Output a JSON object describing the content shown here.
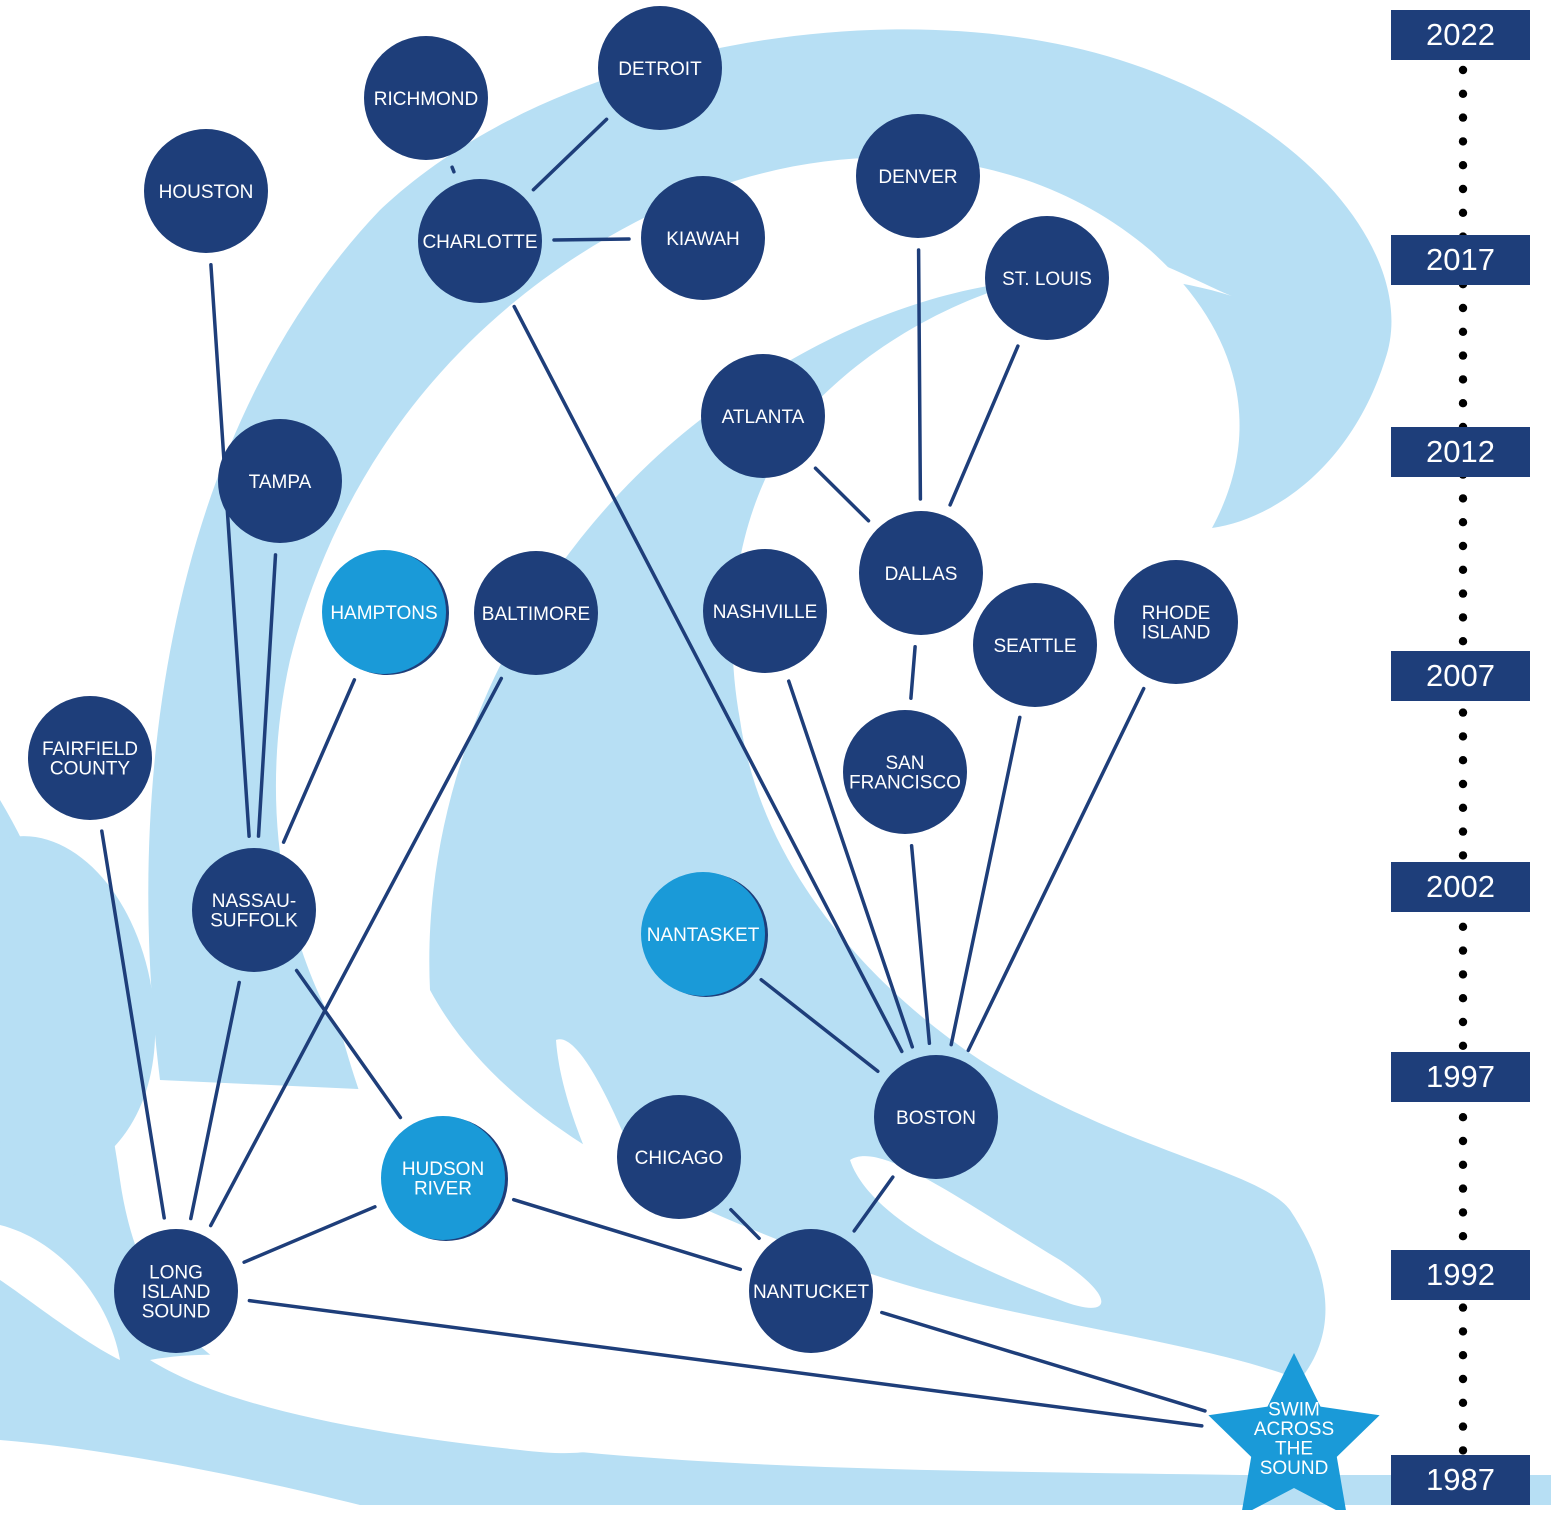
{
  "colors": {
    "wave": "#b7dff4",
    "node_dark": "#1e3e7a",
    "node_light": "#1a9ad8",
    "link": "#1e3e7a",
    "text": "#ffffff",
    "background": "#ffffff"
  },
  "nodes": {
    "detroit": {
      "label": "DETROIT",
      "variant": "dark"
    },
    "richmond": {
      "label": "RICHMOND",
      "variant": "dark"
    },
    "houston": {
      "label": "HOUSTON",
      "variant": "dark"
    },
    "charlotte": {
      "label": "CHARLOTTE",
      "variant": "dark"
    },
    "kiawah": {
      "label": "KIAWAH",
      "variant": "dark"
    },
    "denver": {
      "label": "DENVER",
      "variant": "dark"
    },
    "st_louis": {
      "label": "ST. LOUIS",
      "variant": "dark"
    },
    "atlanta": {
      "label": "ATLANTA",
      "variant": "dark"
    },
    "tampa": {
      "label": "TAMPA",
      "variant": "dark"
    },
    "hamptons": {
      "label": "HAMPTONS",
      "variant": "light"
    },
    "baltimore": {
      "label": "BALTIMORE",
      "variant": "dark"
    },
    "nashville": {
      "label": "NASHVILLE",
      "variant": "dark"
    },
    "dallas": {
      "label": "DALLAS",
      "variant": "dark"
    },
    "seattle": {
      "label": "SEATTLE",
      "variant": "dark"
    },
    "rhode_island": {
      "label": "RHODE\nISLAND",
      "variant": "dark"
    },
    "fairfield_county": {
      "label": "FAIRFIELD\nCOUNTY",
      "variant": "dark"
    },
    "san_francisco": {
      "label": "SAN\nFRANCISCO",
      "variant": "dark"
    },
    "nassau_suffolk": {
      "label": "NASSAU-\nSUFFOLK",
      "variant": "dark"
    },
    "nantasket": {
      "label": "NANTASKET",
      "variant": "light"
    },
    "boston": {
      "label": "BOSTON",
      "variant": "dark"
    },
    "chicago": {
      "label": "CHICAGO",
      "variant": "dark"
    },
    "hudson_river": {
      "label": "HUDSON\nRIVER",
      "variant": "light"
    },
    "long_island_sound": {
      "label": "LONG\nISLAND\nSOUND",
      "variant": "dark"
    },
    "nantucket": {
      "label": "NANTUCKET",
      "variant": "dark"
    },
    "swim_across_the_sound": {
      "label": "SWIM\nACROSS\nTHE\nSOUND",
      "variant": "star"
    }
  },
  "edges": [
    [
      "richmond",
      "charlotte"
    ],
    [
      "detroit",
      "charlotte"
    ],
    [
      "charlotte",
      "kiawah"
    ],
    [
      "charlotte",
      "boston"
    ],
    [
      "houston",
      "nassau_suffolk"
    ],
    [
      "denver",
      "dallas"
    ],
    [
      "st_louis",
      "dallas"
    ],
    [
      "atlanta",
      "dallas"
    ],
    [
      "dallas",
      "san_francisco"
    ],
    [
      "san_francisco",
      "boston"
    ],
    [
      "nashville",
      "boston"
    ],
    [
      "seattle",
      "boston"
    ],
    [
      "rhode_island",
      "boston"
    ],
    [
      "nantasket",
      "boston"
    ],
    [
      "tampa",
      "nassau_suffolk"
    ],
    [
      "hamptons",
      "nassau_suffolk"
    ],
    [
      "baltimore",
      "long_island_sound"
    ],
    [
      "nassau_suffolk",
      "long_island_sound"
    ],
    [
      "nassau_suffolk",
      "hudson_river"
    ],
    [
      "fairfield_county",
      "long_island_sound"
    ],
    [
      "hudson_river",
      "long_island_sound"
    ],
    [
      "hudson_river",
      "nantucket"
    ],
    [
      "chicago",
      "nantucket"
    ],
    [
      "boston",
      "nantucket"
    ],
    [
      "long_island_sound",
      "swim_across_the_sound"
    ],
    [
      "nantucket",
      "swim_across_the_sound"
    ]
  ],
  "timeline": {
    "years": [
      "2022",
      "2017",
      "2012",
      "2007",
      "2002",
      "1997",
      "1992",
      "1987"
    ]
  }
}
